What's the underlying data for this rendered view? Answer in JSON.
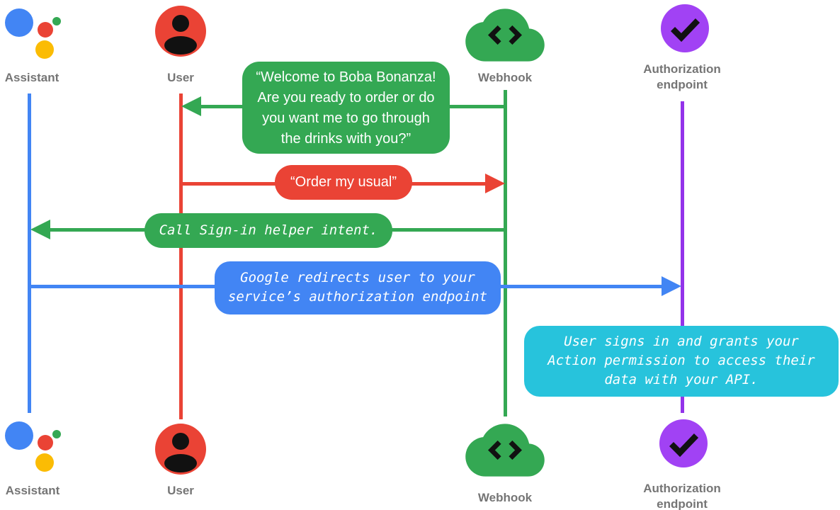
{
  "diagram": {
    "type": "sequence-diagram",
    "background": "#FFFFFF"
  },
  "colors": {
    "blue": "#4285F4",
    "red": "#EA4335",
    "green": "#34A853",
    "yellow": "#FBBC04",
    "purple_icon": "#A142F4",
    "purple_line": "#9333EA",
    "cyan": "#27C3DC",
    "label_gray": "#757575",
    "glyph_dark": "#111111"
  },
  "actors": [
    {
      "id": "assistant",
      "label": "Assistant",
      "icon": "google-assistant-icon",
      "color": "#4285F4"
    },
    {
      "id": "user",
      "label": "User",
      "icon": "user-icon",
      "color": "#EA4335"
    },
    {
      "id": "webhook",
      "label": "Webhook",
      "icon": "webhook-cloud-icon",
      "color": "#34A853"
    },
    {
      "id": "auth",
      "label_lines": [
        "Authorization",
        "endpoint"
      ],
      "icon": "check-circle-icon",
      "color": "#A142F4"
    }
  ],
  "messages": [
    {
      "from": "webhook",
      "to": "user",
      "direction": "left",
      "color": "#34A853",
      "font": "sans",
      "lines": [
        "“Welcome to Boba Bonanza!",
        "Are you ready to order or do",
        "you want me to go through",
        "the drinks with you?”"
      ]
    },
    {
      "from": "user",
      "to": "webhook",
      "direction": "right",
      "color": "#EA4335",
      "font": "sans",
      "lines": [
        "“Order my usual”"
      ]
    },
    {
      "from": "webhook",
      "to": "assistant",
      "direction": "left",
      "color": "#34A853",
      "font": "mono-italic",
      "lines": [
        "Call Sign-in helper intent."
      ]
    },
    {
      "from": "assistant",
      "to": "auth",
      "direction": "right",
      "color": "#4285F4",
      "font": "mono-italic",
      "lines": [
        "Google redirects user to your",
        "service’s authorization endpoint"
      ]
    },
    {
      "from": "auth",
      "to": "auth",
      "note": true,
      "color": "#27C3DC",
      "font": "mono-italic",
      "lines": [
        "User signs in and grants your",
        "Action permission to access their",
        "data with your API."
      ]
    }
  ]
}
